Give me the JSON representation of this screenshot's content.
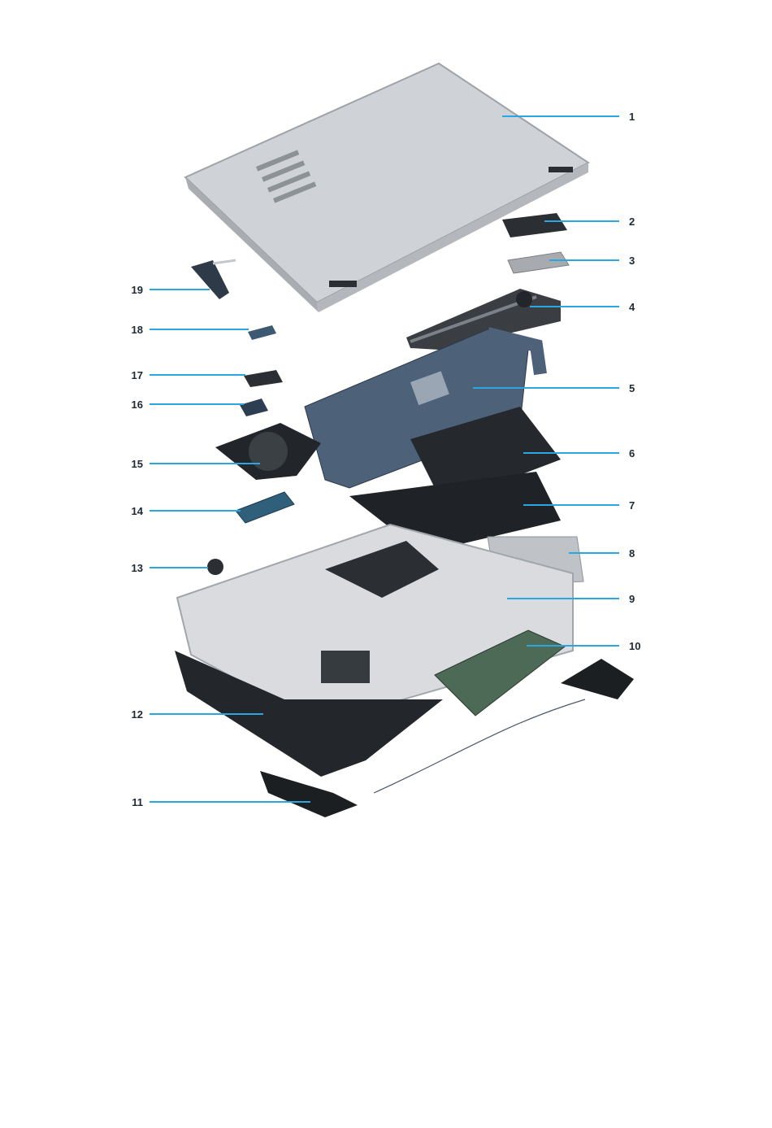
{
  "callouts": [
    {
      "id": "1",
      "label": "1",
      "side": "right"
    },
    {
      "id": "2",
      "label": "2",
      "side": "right"
    },
    {
      "id": "3",
      "label": "3",
      "side": "right"
    },
    {
      "id": "4",
      "label": "4",
      "side": "right"
    },
    {
      "id": "5",
      "label": "5",
      "side": "right"
    },
    {
      "id": "6",
      "label": "6",
      "side": "right"
    },
    {
      "id": "7",
      "label": "7",
      "side": "right"
    },
    {
      "id": "8",
      "label": "8",
      "side": "right"
    },
    {
      "id": "9",
      "label": "9",
      "side": "right"
    },
    {
      "id": "10",
      "label": "10",
      "side": "right"
    },
    {
      "id": "11",
      "label": "11",
      "side": "left"
    },
    {
      "id": "12",
      "label": "12",
      "side": "left"
    },
    {
      "id": "13",
      "label": "13",
      "side": "left"
    },
    {
      "id": "14",
      "label": "14",
      "side": "left"
    },
    {
      "id": "15",
      "label": "15",
      "side": "left"
    },
    {
      "id": "16",
      "label": "16",
      "side": "left"
    },
    {
      "id": "17",
      "label": "17",
      "side": "left"
    },
    {
      "id": "18",
      "label": "18",
      "side": "left"
    },
    {
      "id": "19",
      "label": "19",
      "side": "left"
    }
  ],
  "colors": {
    "leader": "#2aa7e0",
    "chassis": "#c9ccd0",
    "dark_part": "#2b2f33",
    "board": "#3f4f63"
  }
}
